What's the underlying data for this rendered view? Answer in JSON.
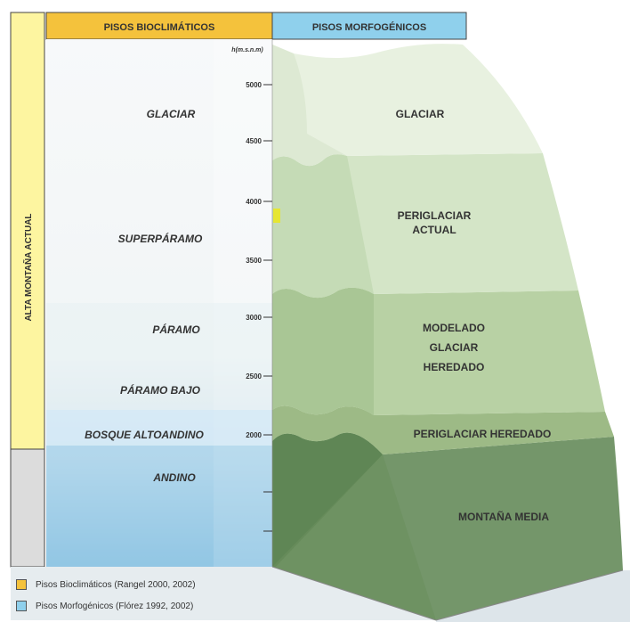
{
  "header": {
    "left": "PISOS BIOCLIMÁTICOS",
    "right": "PISOS MORFOGÉNICOS"
  },
  "side_label": "ALTA MONTAÑA ACTUAL",
  "axis": {
    "unit": "h(m.s.n.m)",
    "ticks": [
      "5000",
      "4500",
      "4000",
      "3500",
      "3000",
      "2500",
      "2000"
    ]
  },
  "bioclimatic_floors": [
    "GLACIAR",
    "SUPERPÁRAMO",
    "PÁRAMO",
    "PÁRAMO BAJO",
    "BOSQUE ALTOANDINO",
    "ANDINO"
  ],
  "morphogenic_floors": {
    "glaciar": [
      "GLACIAR"
    ],
    "periglaciar_actual": [
      "PERIGLACIAR",
      "ACTUAL"
    ],
    "modelado": [
      "MODELADO",
      "GLACIAR",
      "HEREDADO"
    ],
    "periglaciar_heredado": [
      "PERIGLACIAR HEREDADO"
    ],
    "montana_media": [
      "MONTAÑA MEDIA"
    ]
  },
  "legend": [
    {
      "label": "Pisos Bioclimáticos (Rangel 2000, 2002)",
      "color": "#f4c23c"
    },
    {
      "label": "Pisos Morfogénicos (Flórez 1992, 2002)",
      "color": "#8fd0ec"
    }
  ],
  "colors": {
    "header_left": "#f4c23c",
    "header_right": "#8fd0ec",
    "side_band": "#fdf5a0"
  }
}
